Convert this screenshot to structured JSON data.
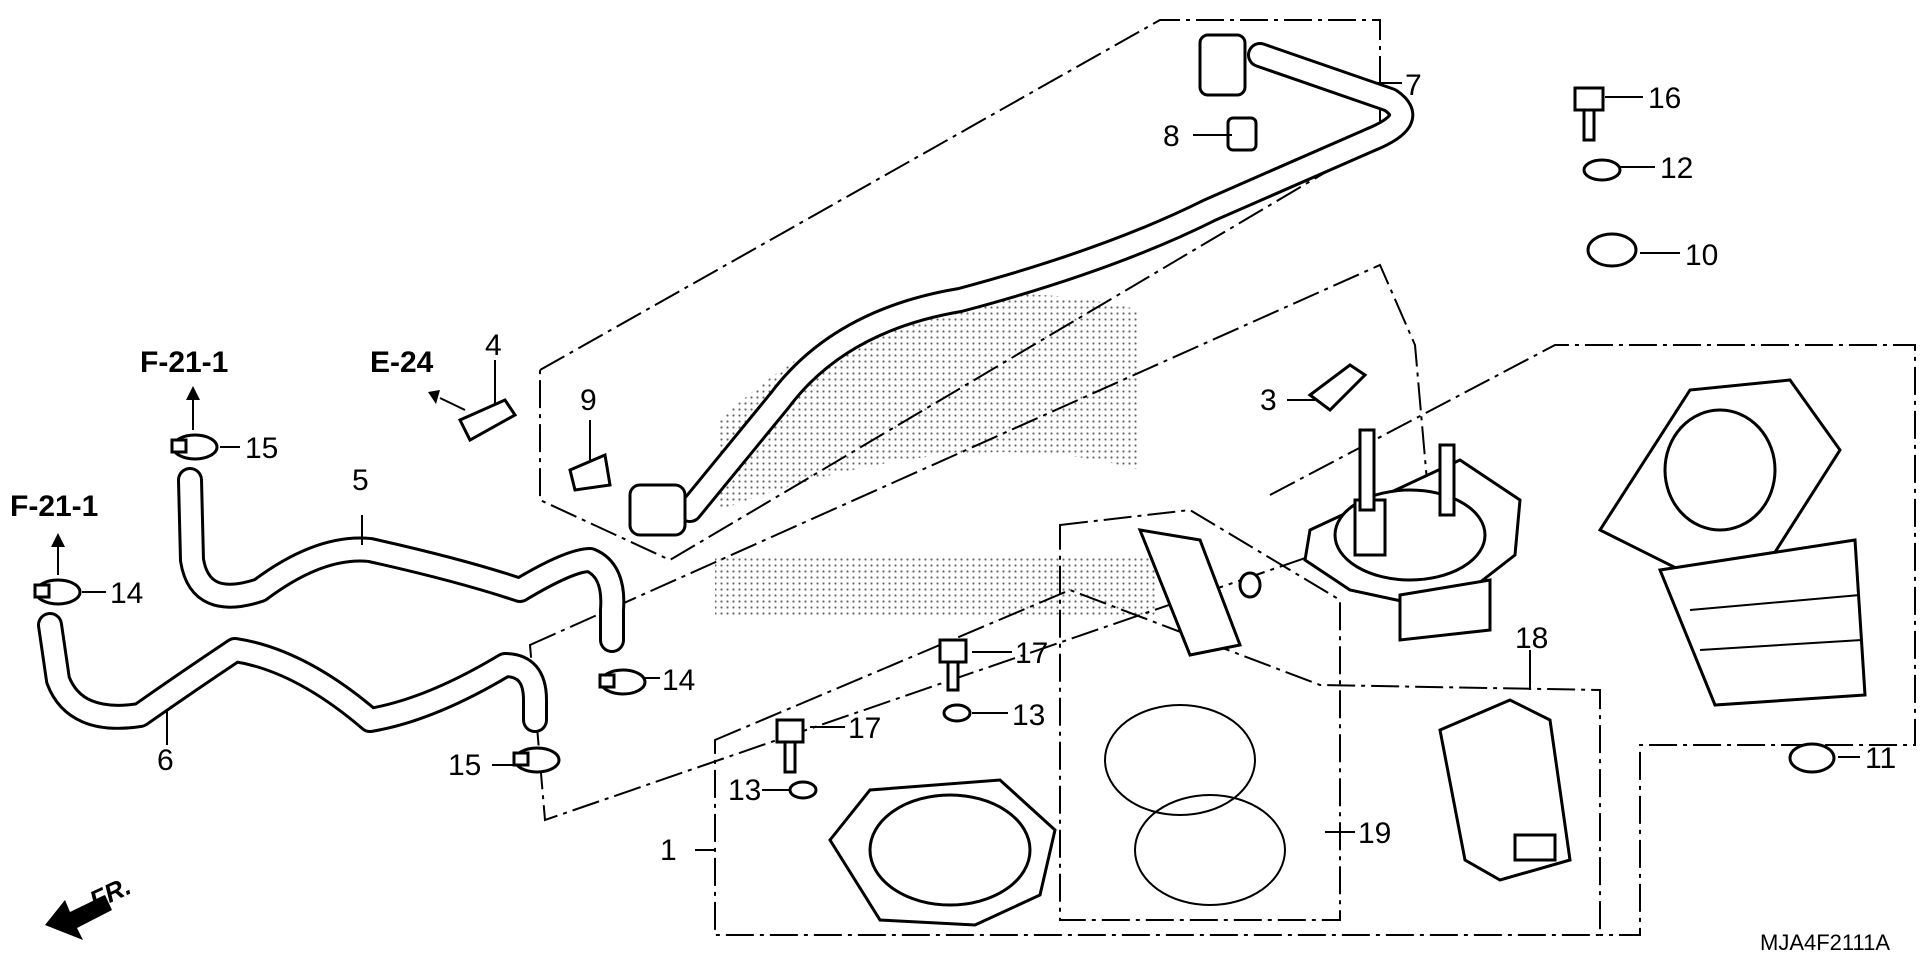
{
  "callouts": [
    "1",
    "3",
    "4",
    "5",
    "6",
    "7",
    "8",
    "9",
    "10",
    "11",
    "12",
    "13",
    "13",
    "14",
    "14",
    "15",
    "15",
    "16",
    "17",
    "17",
    "18",
    "19"
  ],
  "refs": {
    "f21_top": "F-21-1",
    "f21_left": "F-21-1",
    "e24": "E-24"
  },
  "direction_label": "FR.",
  "diagram_code": "MJA4F2111A"
}
